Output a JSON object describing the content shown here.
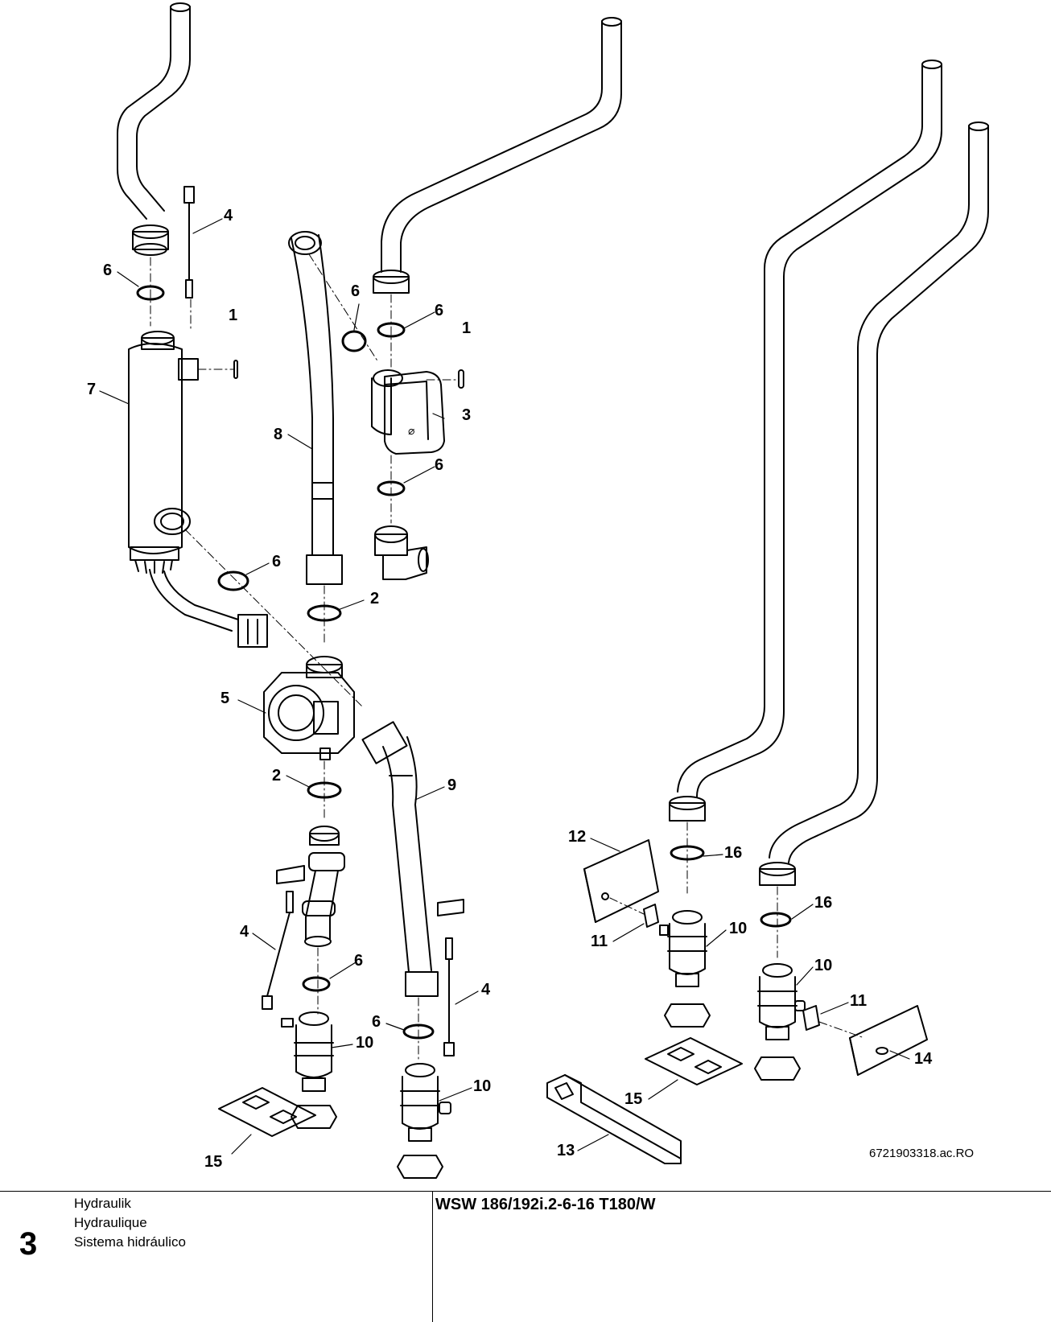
{
  "diagram": {
    "document_number": "6721903318.ac.RO",
    "callouts": [
      {
        "id": "c1",
        "label": "4"
      },
      {
        "id": "c2",
        "label": "6"
      },
      {
        "id": "c3",
        "label": "1"
      },
      {
        "id": "c4",
        "label": "7"
      },
      {
        "id": "c5",
        "label": "6"
      },
      {
        "id": "c6",
        "label": "6"
      },
      {
        "id": "c7",
        "label": "1"
      },
      {
        "id": "c8",
        "label": "3"
      },
      {
        "id": "c9",
        "label": "8"
      },
      {
        "id": "c10",
        "label": "6"
      },
      {
        "id": "c11",
        "label": "6"
      },
      {
        "id": "c12",
        "label": "2"
      },
      {
        "id": "c13",
        "label": "5"
      },
      {
        "id": "c14",
        "label": "2"
      },
      {
        "id": "c15",
        "label": "9"
      },
      {
        "id": "c16",
        "label": "4"
      },
      {
        "id": "c17",
        "label": "6"
      },
      {
        "id": "c18",
        "label": "6"
      },
      {
        "id": "c19",
        "label": "10"
      },
      {
        "id": "c20",
        "label": "4"
      },
      {
        "id": "c21",
        "label": "10"
      },
      {
        "id": "c22",
        "label": "15"
      },
      {
        "id": "c23",
        "label": "12"
      },
      {
        "id": "c24",
        "label": "16"
      },
      {
        "id": "c25",
        "label": "11"
      },
      {
        "id": "c26",
        "label": "10"
      },
      {
        "id": "c27",
        "label": "16"
      },
      {
        "id": "c28",
        "label": "10"
      },
      {
        "id": "c29",
        "label": "11"
      },
      {
        "id": "c30",
        "label": "14"
      },
      {
        "id": "c31",
        "label": "15"
      },
      {
        "id": "c32",
        "label": "13"
      }
    ]
  },
  "footer": {
    "page_number": "3",
    "section_titles": [
      "Hydraulik",
      "Hydraulique",
      "Sistema hidráulico"
    ],
    "model": "WSW 186/192i.2-6-16 T180/W"
  }
}
